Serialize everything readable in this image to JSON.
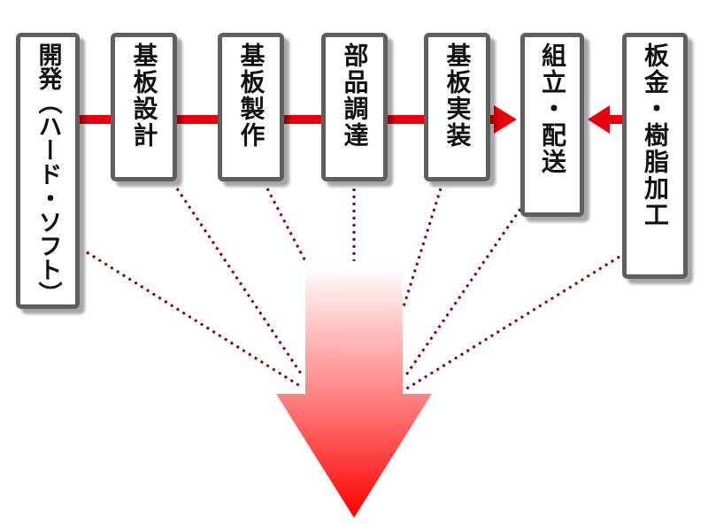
{
  "diagram": {
    "boxes": [
      {
        "id": "dev",
        "label": "開発（ハード・ソフト）"
      },
      {
        "id": "pcb_design",
        "label": "基板設計"
      },
      {
        "id": "pcb_fab",
        "label": "基板製作"
      },
      {
        "id": "parts",
        "label": "部品調達"
      },
      {
        "id": "pcb_mount",
        "label": "基板実装"
      },
      {
        "id": "assembly",
        "label": "組立・配送"
      },
      {
        "id": "sheet_metal",
        "label": "板金・樹脂加工"
      }
    ],
    "colors": {
      "box_border": "#5f5f5f",
      "flow_arrow": "#e8000f",
      "dotted_line": "#8b0000",
      "big_arrow_top": "#ffffff",
      "big_arrow_bottom": "#ff0000"
    }
  }
}
